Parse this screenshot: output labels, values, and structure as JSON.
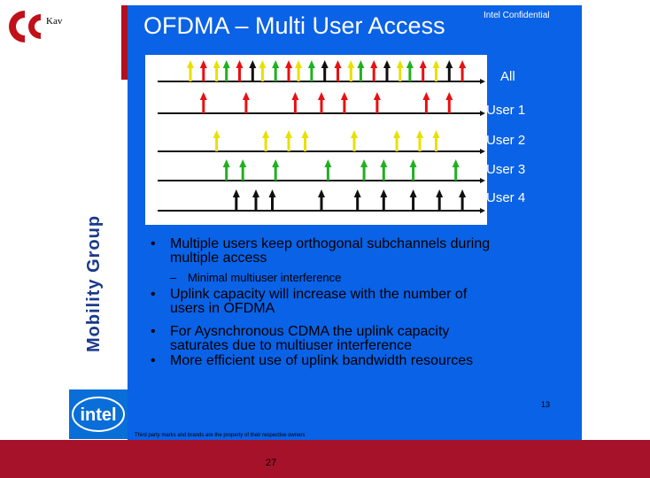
{
  "logo": {
    "company_word": "Kav"
  },
  "sidebar": {
    "group_text": "Mobility Group"
  },
  "slide": {
    "title": "OFDMA – Multi User Access",
    "confidential": "Intel Confidential",
    "diagram": {
      "rows": [
        {
          "label": "All",
          "arrows": [
            {
              "pos": 0.1,
              "color": "#e8e000"
            },
            {
              "pos": 0.14,
              "color": "#e81010"
            },
            {
              "pos": 0.18,
              "color": "#e8e000"
            },
            {
              "pos": 0.21,
              "color": "#20b020"
            },
            {
              "pos": 0.25,
              "color": "#e81010"
            },
            {
              "pos": 0.29,
              "color": "#101010"
            },
            {
              "pos": 0.32,
              "color": "#e8e000"
            },
            {
              "pos": 0.36,
              "color": "#20b020"
            },
            {
              "pos": 0.4,
              "color": "#e81010"
            },
            {
              "pos": 0.43,
              "color": "#e8e000"
            },
            {
              "pos": 0.47,
              "color": "#20b020"
            },
            {
              "pos": 0.51,
              "color": "#101010"
            },
            {
              "pos": 0.55,
              "color": "#e81010"
            },
            {
              "pos": 0.59,
              "color": "#e8e000"
            },
            {
              "pos": 0.62,
              "color": "#20b020"
            },
            {
              "pos": 0.66,
              "color": "#e81010"
            },
            {
              "pos": 0.7,
              "color": "#101010"
            },
            {
              "pos": 0.74,
              "color": "#e8e000"
            },
            {
              "pos": 0.77,
              "color": "#20b020"
            },
            {
              "pos": 0.81,
              "color": "#e81010"
            },
            {
              "pos": 0.85,
              "color": "#e8e000"
            },
            {
              "pos": 0.89,
              "color": "#101010"
            },
            {
              "pos": 0.93,
              "color": "#e81010"
            }
          ]
        },
        {
          "label": "User 1",
          "arrows": [
            {
              "pos": 0.14,
              "color": "#e81010"
            },
            {
              "pos": 0.27,
              "color": "#e81010"
            },
            {
              "pos": 0.42,
              "color": "#e81010"
            },
            {
              "pos": 0.5,
              "color": "#e81010"
            },
            {
              "pos": 0.57,
              "color": "#e81010"
            },
            {
              "pos": 0.67,
              "color": "#e81010"
            },
            {
              "pos": 0.82,
              "color": "#e81010"
            },
            {
              "pos": 0.89,
              "color": "#e81010"
            }
          ]
        },
        {
          "label": "User 2",
          "arrows": [
            {
              "pos": 0.18,
              "color": "#e8e000"
            },
            {
              "pos": 0.33,
              "color": "#e8e000"
            },
            {
              "pos": 0.4,
              "color": "#e8e000"
            },
            {
              "pos": 0.45,
              "color": "#e8e000"
            },
            {
              "pos": 0.6,
              "color": "#e8e000"
            },
            {
              "pos": 0.73,
              "color": "#e8e000"
            },
            {
              "pos": 0.8,
              "color": "#e8e000"
            },
            {
              "pos": 0.85,
              "color": "#e8e000"
            }
          ]
        },
        {
          "label": "User 3",
          "arrows": [
            {
              "pos": 0.21,
              "color": "#20b020"
            },
            {
              "pos": 0.26,
              "color": "#20b020"
            },
            {
              "pos": 0.36,
              "color": "#20b020"
            },
            {
              "pos": 0.52,
              "color": "#20b020"
            },
            {
              "pos": 0.63,
              "color": "#20b020"
            },
            {
              "pos": 0.69,
              "color": "#20b020"
            },
            {
              "pos": 0.78,
              "color": "#20b020"
            },
            {
              "pos": 0.91,
              "color": "#20b020"
            }
          ]
        },
        {
          "label": "User 4",
          "arrows": [
            {
              "pos": 0.24,
              "color": "#101010"
            },
            {
              "pos": 0.3,
              "color": "#101010"
            },
            {
              "pos": 0.35,
              "color": "#101010"
            },
            {
              "pos": 0.5,
              "color": "#101010"
            },
            {
              "pos": 0.61,
              "color": "#101010"
            },
            {
              "pos": 0.69,
              "color": "#101010"
            },
            {
              "pos": 0.78,
              "color": "#101010"
            },
            {
              "pos": 0.86,
              "color": "#101010"
            },
            {
              "pos": 0.93,
              "color": "#101010"
            }
          ]
        }
      ]
    },
    "bullets": [
      {
        "level": 1,
        "lines": [
          "Multiple users keep orthogonal subchannels during",
          "multiple access"
        ]
      },
      {
        "level": 2,
        "lines": [
          "Minimal multiuser interference"
        ]
      },
      {
        "level": 1,
        "lines": [
          "Uplink capacity will increase with the number of",
          "users in OFDMA"
        ]
      },
      {
        "level": 1,
        "lines": [
          "For Aysnchronous CDMA the uplink capacity",
          "saturates due to multiuser interference"
        ]
      },
      {
        "level": 1,
        "lines": [
          "More efficient use of uplink bandwidth resources"
        ]
      }
    ],
    "slide_number": "13",
    "footnote": "Third party marks and brands are the property of their respective owners",
    "brand": "intel"
  },
  "page_number": "27",
  "colors": {
    "slide_bg": "#0a62e6",
    "bottom_bar": "#a5122a",
    "logo_red": "#c0101a"
  }
}
